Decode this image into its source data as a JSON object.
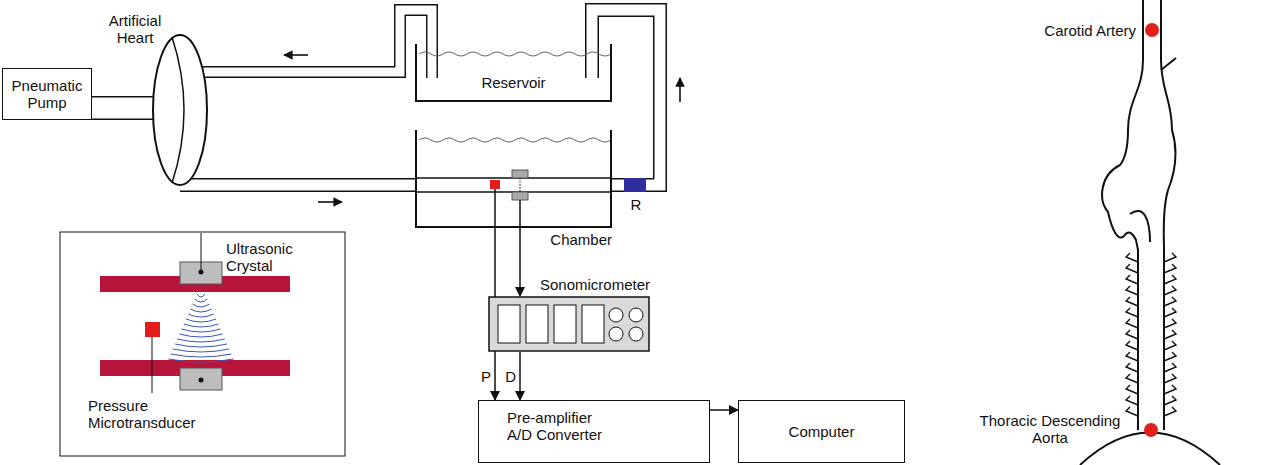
{
  "diagram": {
    "nodes": [
      {
        "text": [
          "Pneumatic Pump"
        ]
      },
      {
        "text": [
          "Artificial Heart"
        ]
      },
      {
        "text": [
          "Reservoir"
        ]
      },
      {
        "text": [
          "Chamber"
        ]
      },
      {
        "text": [
          "Sonomicrometer"
        ]
      },
      {
        "text": [
          "Pre-amplifier A/D Converter"
        ]
      },
      {
        "text": [
          "Computer"
        ]
      }
    ],
    "edges": [
      {
        "from": 0,
        "to": 1,
        "arrow": "none"
      },
      {
        "from": 2,
        "to": 1,
        "arrow": "none"
      },
      {
        "from": 1,
        "to": 3,
        "arrow": "none"
      },
      {
        "from": 3,
        "to": 2,
        "arrow": "none"
      },
      {
        "from": 3,
        "to": 4,
        "arrow": "to"
      },
      {
        "from": 3,
        "to": 5,
        "label": "P",
        "arrow": "to"
      },
      {
        "from": 4,
        "to": 5,
        "label": "D",
        "arrow": "to"
      },
      {
        "from": 5,
        "to": 6,
        "arrow": "to"
      }
    ],
    "labels": [
      "Ultrasonic Crystal",
      "Pressure Microtransducer",
      "R",
      "Carotid Artery",
      "Thoracic Descending Aorta"
    ]
  }
}
